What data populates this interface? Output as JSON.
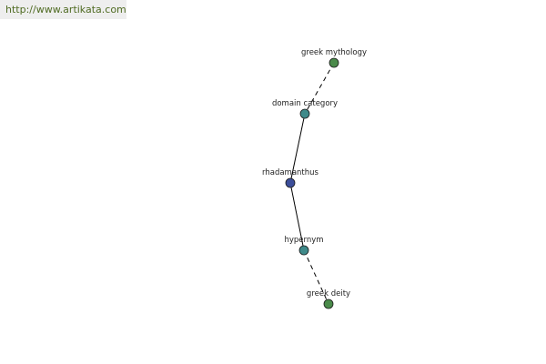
{
  "header": {
    "url": "http://www.artikata.com"
  },
  "graph": {
    "nodes": [
      {
        "id": "greek_mythology",
        "label": "greek mythology",
        "color": "#4a8a4a"
      },
      {
        "id": "domain_category",
        "label": "domain category",
        "color": "#3f8a8a"
      },
      {
        "id": "rhadamanthus",
        "label": "rhadamanthus",
        "color": "#3c4e9a"
      },
      {
        "id": "hypernym",
        "label": "hypernym",
        "color": "#3f8a8a"
      },
      {
        "id": "greek_deity",
        "label": "greek deity",
        "color": "#4a8a4a"
      }
    ],
    "edges": [
      {
        "from": "greek_mythology",
        "to": "domain_category",
        "style": "dashed"
      },
      {
        "from": "domain_category",
        "to": "rhadamanthus",
        "style": "solid"
      },
      {
        "from": "rhadamanthus",
        "to": "hypernym",
        "style": "solid"
      },
      {
        "from": "hypernym",
        "to": "greek_deity",
        "style": "dashed"
      }
    ]
  }
}
